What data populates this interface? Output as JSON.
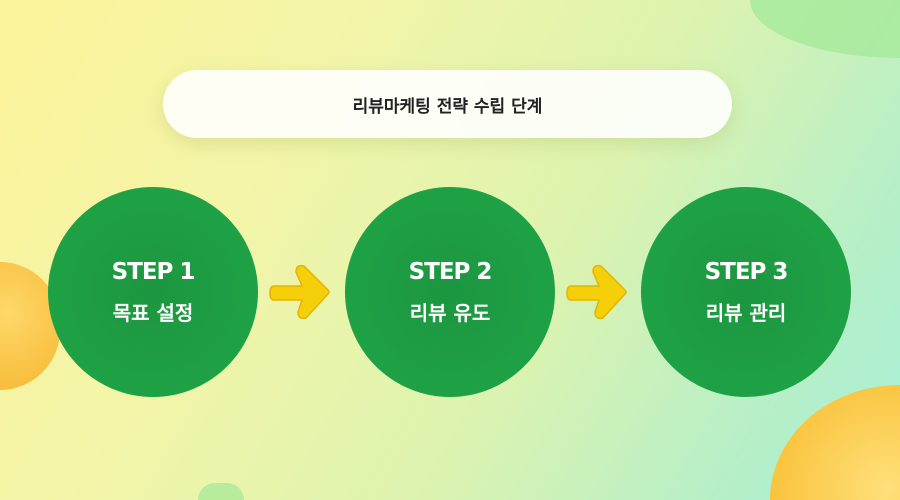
{
  "title": "리뷰마케팅 전략 수립 단계",
  "steps": [
    {
      "step": "STEP 1",
      "label": "목표 설정"
    },
    {
      "step": "STEP 2",
      "label": "리뷰 유도"
    },
    {
      "step": "STEP 3",
      "label": "리뷰 관리"
    }
  ],
  "colors": {
    "circle": "#1c9a42",
    "arrow": "#f5d000"
  }
}
